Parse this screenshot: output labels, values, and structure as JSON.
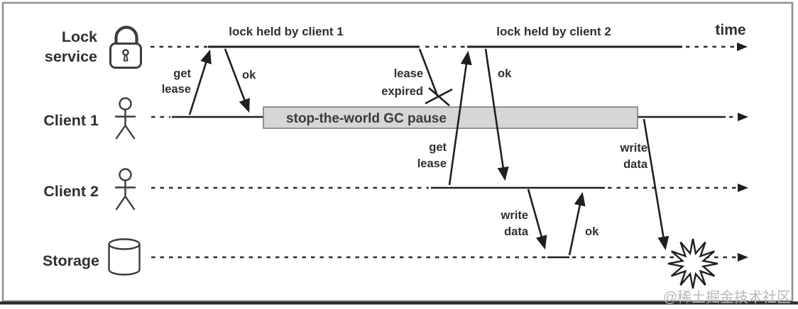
{
  "lanes": {
    "lock_service": {
      "line1": "Lock",
      "line2": "service"
    },
    "client1": "Client 1",
    "client2": "Client 2",
    "storage": "Storage"
  },
  "headers": {
    "lock_held_1": "lock held by client 1",
    "lock_held_2": "lock held by client 2",
    "time": "time"
  },
  "gc_box": {
    "label": "stop-the-world GC pause"
  },
  "messages": {
    "get_lease_1": {
      "line1": "get",
      "line2": "lease"
    },
    "ok_1": "ok",
    "lease_expired": {
      "line1": "lease",
      "line2": "expired"
    },
    "get_lease_2": {
      "line1": "get",
      "line2": "lease"
    },
    "ok_2": "ok",
    "write_data_client2": {
      "line1": "write",
      "line2": "data"
    },
    "ok_storage": "ok",
    "write_data_client1": {
      "line1": "write",
      "line2": "data"
    }
  },
  "watermark": "@稀土掘金技术社区",
  "colors": {
    "ink": "#1f1f1f",
    "text": "#2f2f2f",
    "gc_fill": "#d6d6d6",
    "gc_border": "#7e7e7e",
    "frame": "#909090",
    "bottom_border": "#2b2b2b",
    "watermark": "#b9b9b9"
  }
}
